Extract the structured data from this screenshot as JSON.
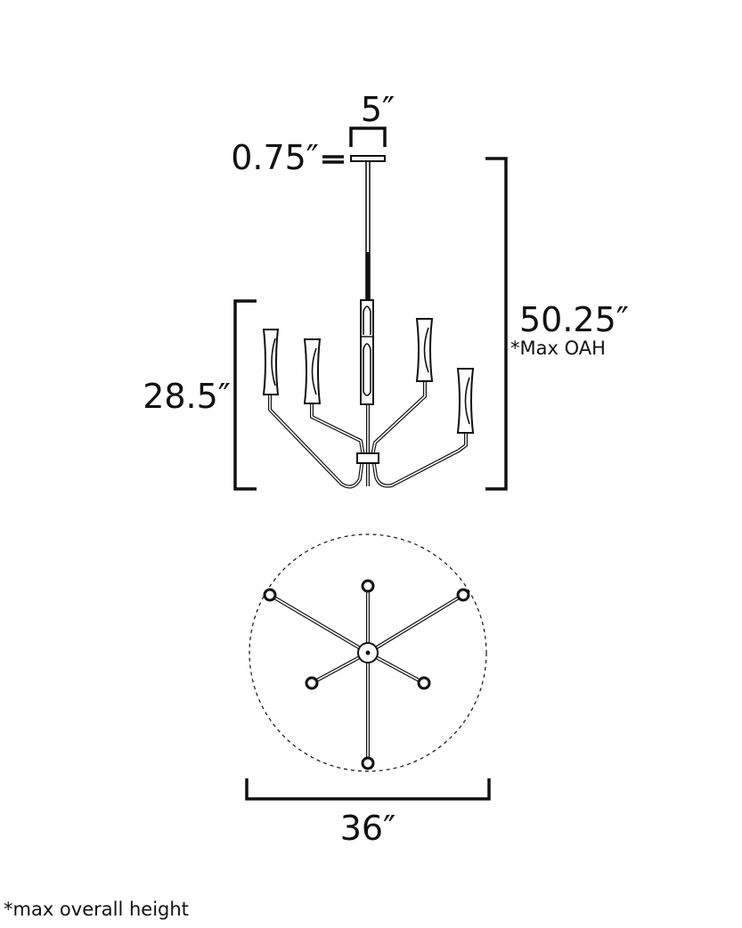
{
  "dimensions": {
    "canopy_width": "5″",
    "canopy_height": "0.75″",
    "body_height": "28.5″",
    "overall_height": "50.25″",
    "overall_height_note": "*Max OAH",
    "diameter": "36″"
  },
  "footnote": "*max overall height",
  "views": [
    "side-elevation",
    "top-plan"
  ],
  "light_count": 6,
  "colors": {
    "line": "#111111",
    "background": "#ffffff"
  }
}
